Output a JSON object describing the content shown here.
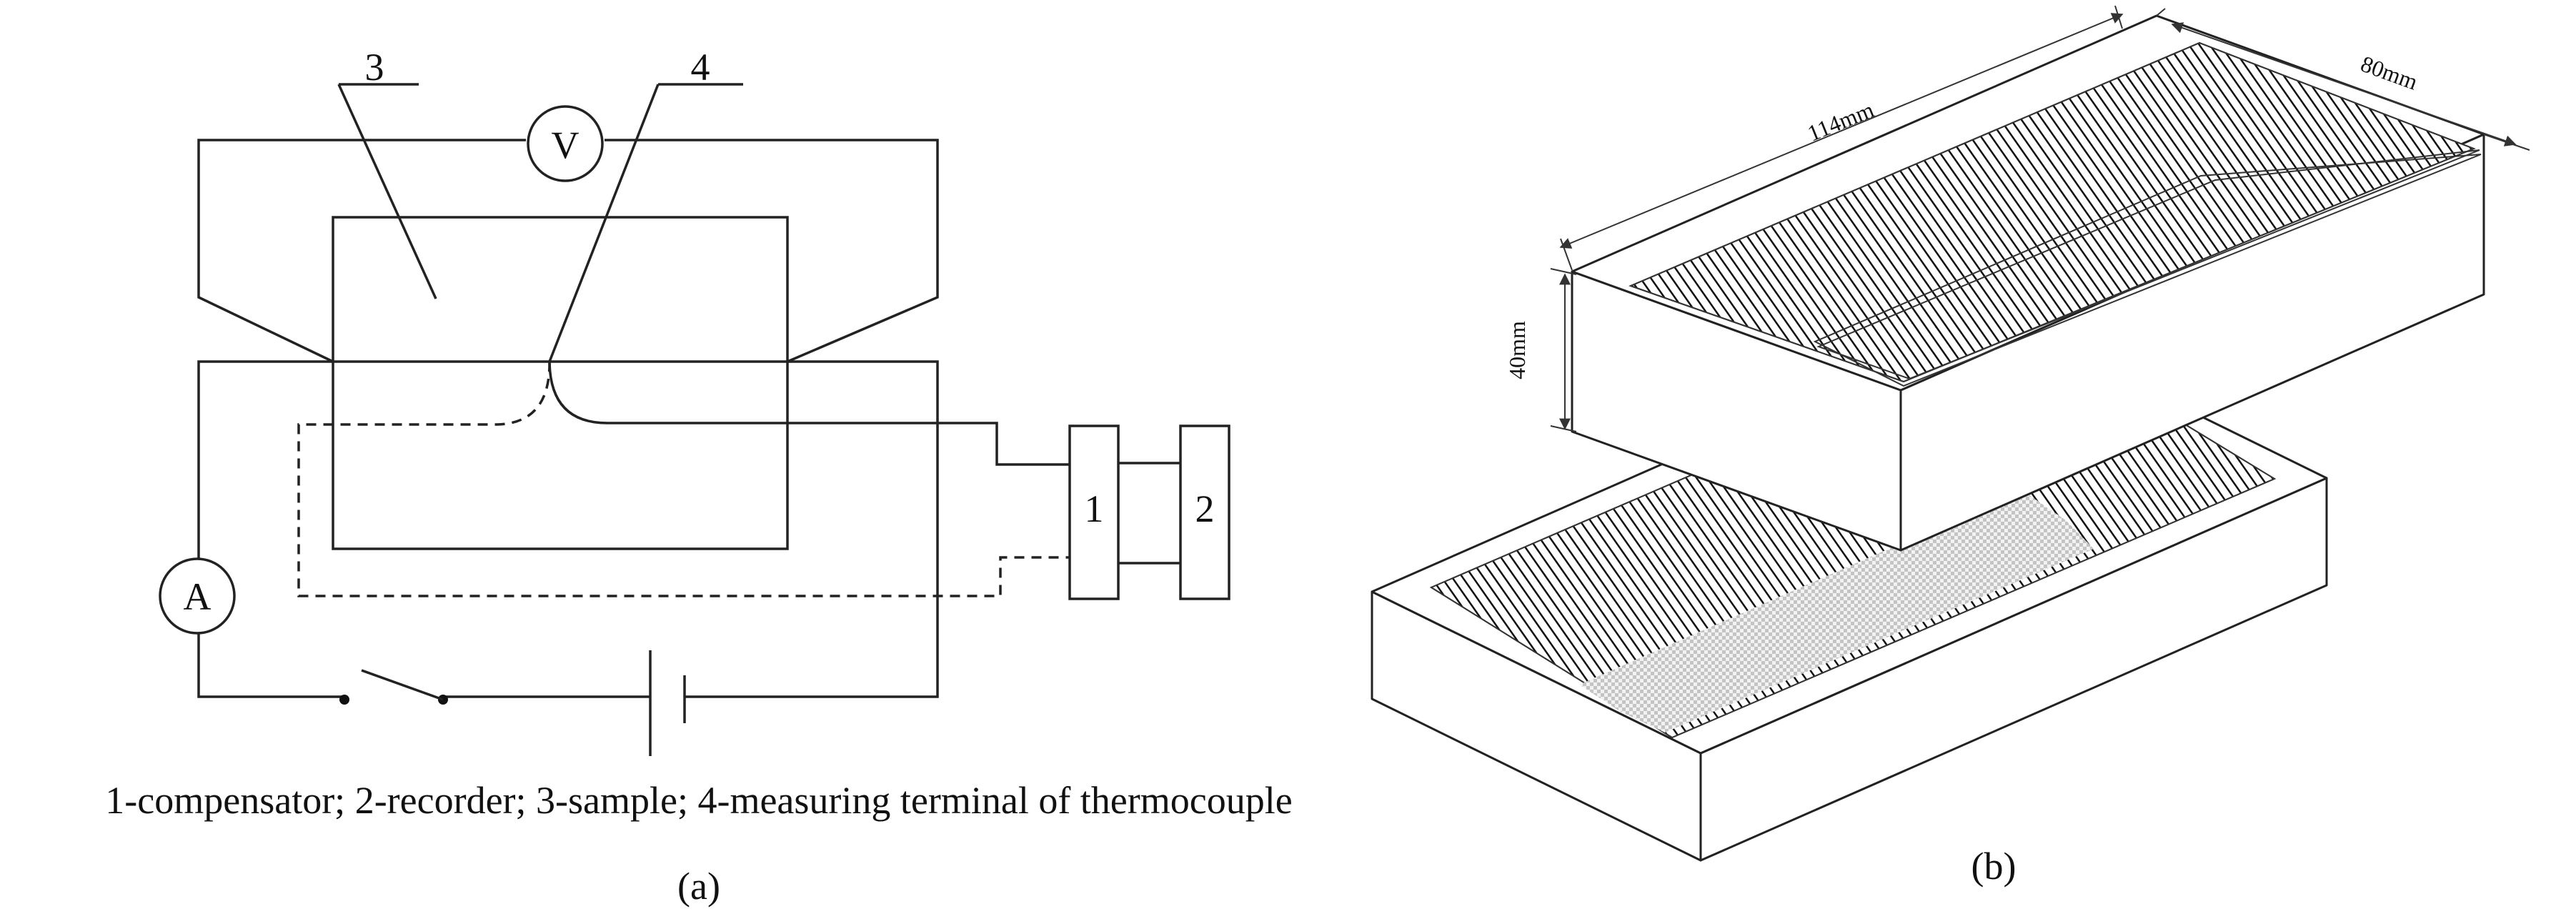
{
  "panel_a": {
    "meter_v": "V",
    "meter_a": "A",
    "labels": {
      "sample": "3",
      "thermocouple": "4",
      "compensator": "1",
      "recorder": "2"
    },
    "legend": "1-compensator; 2-recorder; 3-sample; 4-measuring terminal of thermocouple",
    "caption": "(a)"
  },
  "panel_b": {
    "dim_length": "114mm",
    "dim_width": "80mm",
    "dim_height": "40mm",
    "caption": "(b)"
  }
}
